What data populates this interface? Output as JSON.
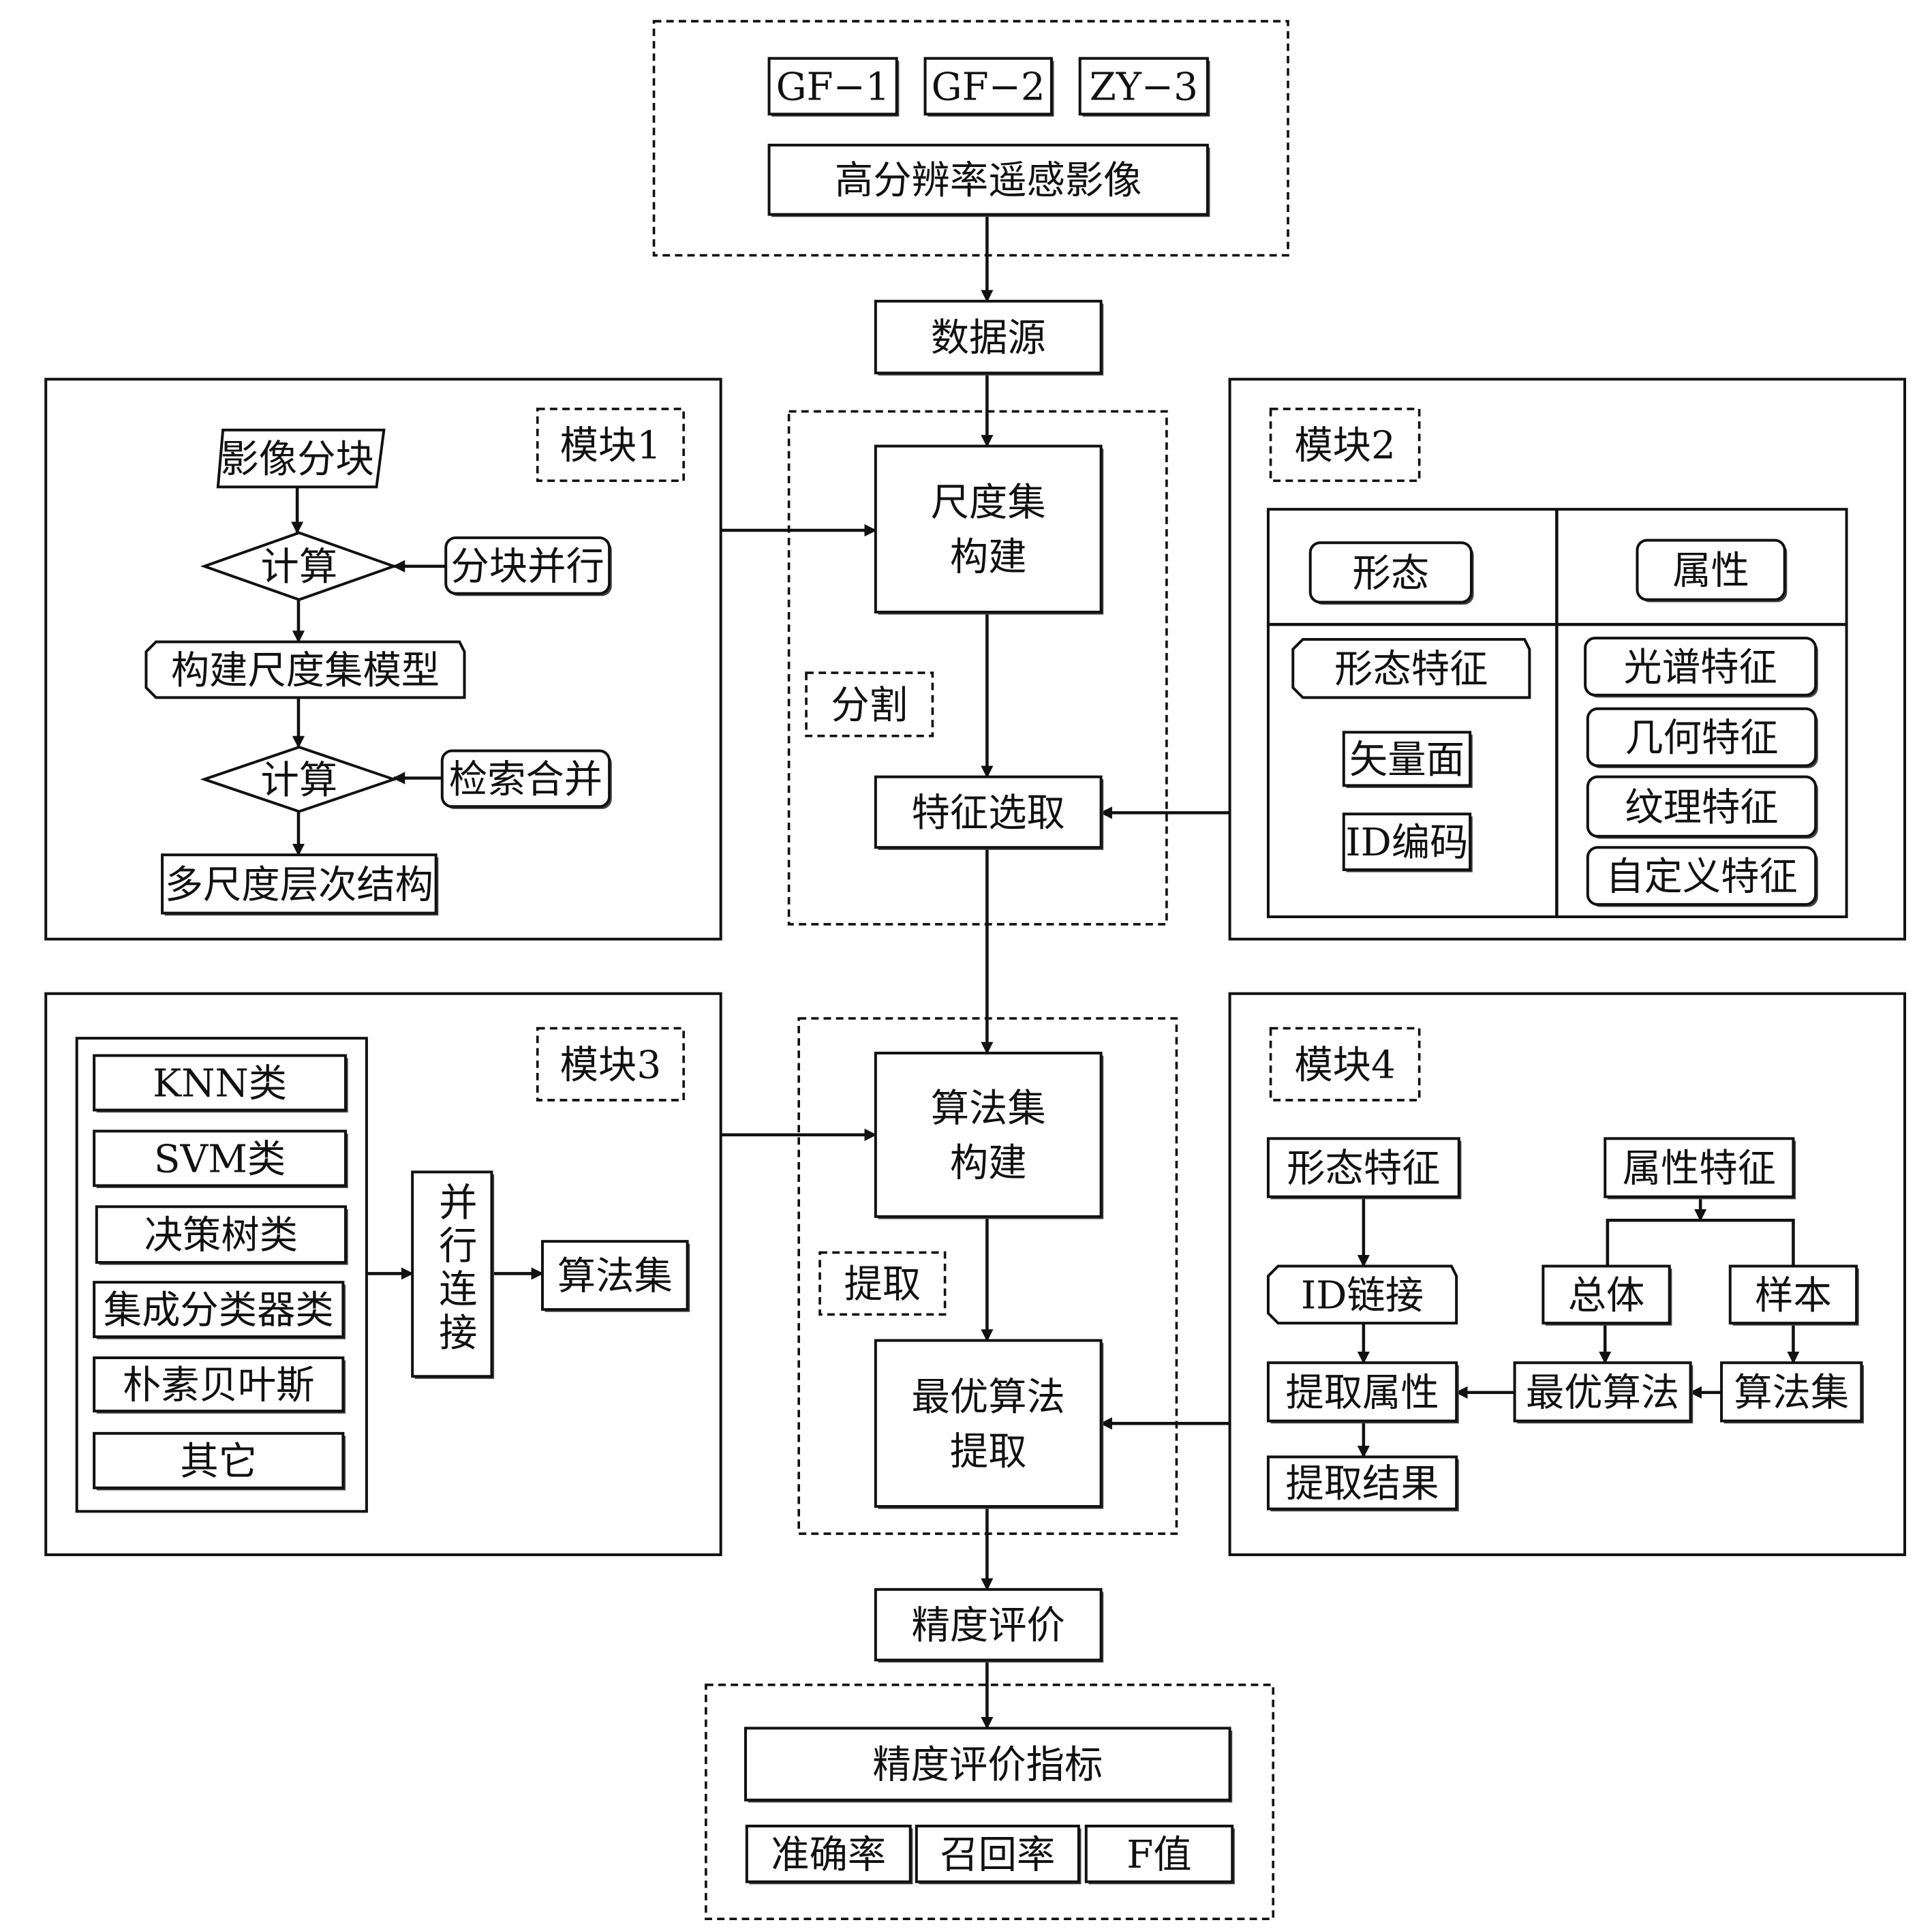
{
  "source": {
    "satellites": [
      "GF−1",
      "GF−2",
      "ZY−3"
    ],
    "imagery": "高分辨率遥感影像",
    "data_source": "数据源"
  },
  "center": {
    "scale_set": [
      "尺度集",
      "构建"
    ],
    "segmentation": "分割",
    "feature_select": "特征选取",
    "algo_set_build": [
      "算法集",
      "构建"
    ],
    "extraction": "提取",
    "optimal_extract": [
      "最优算法",
      "提取"
    ],
    "accuracy_eval": "精度评价"
  },
  "module1": {
    "title": "模块1",
    "tiling": "影像分块",
    "compute1": "计算",
    "tile_parallel": "分块并行",
    "build_model": "构建尺度集模型",
    "compute2": "计算",
    "search_merge": "检索合并",
    "hierarchy": "多尺度层次结构"
  },
  "module2": {
    "title": "模块2",
    "morph_header": "形态",
    "attr_header": "属性",
    "morph_feature": "形态特征",
    "vector_polygon": "矢量面",
    "id_code": "ID编码",
    "attr_features": [
      "光谱特征",
      "几何特征",
      "纹理特征",
      "自定义特征"
    ]
  },
  "module3": {
    "title": "模块3",
    "classifiers": [
      "KNN类",
      "SVM类",
      "决策树类",
      "集成分类器类",
      "朴素贝叶斯",
      "其它"
    ],
    "parallel_connect": "并行连接",
    "algo_set": "算法集"
  },
  "module4": {
    "title": "模块4",
    "morph_feature": "形态特征",
    "attr_feature": "属性特征",
    "id_link": "ID链接",
    "extract_attr": "提取属性",
    "extract_result": "提取结果",
    "population": "总体",
    "sample": "样本",
    "optimal_algo": "最优算法",
    "algo_set": "算法集"
  },
  "metrics": {
    "title": "精度评价指标",
    "items": [
      "准确率",
      "召回率",
      "F值"
    ]
  }
}
